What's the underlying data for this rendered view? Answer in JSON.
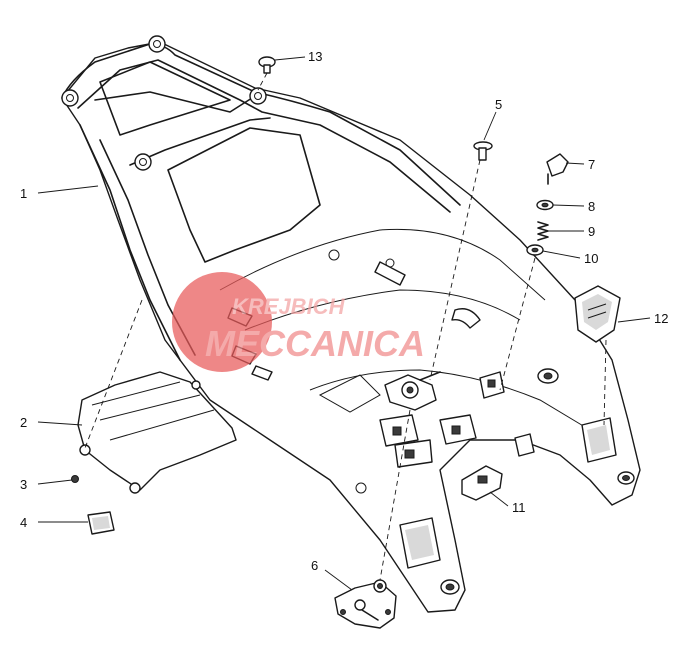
{
  "callouts": [
    {
      "id": "1",
      "label": "1"
    },
    {
      "id": "2",
      "label": "2"
    },
    {
      "id": "3",
      "label": "3"
    },
    {
      "id": "4",
      "label": "4"
    },
    {
      "id": "5",
      "label": "5"
    },
    {
      "id": "6",
      "label": "6"
    },
    {
      "id": "7",
      "label": "7"
    },
    {
      "id": "8",
      "label": "8"
    },
    {
      "id": "9",
      "label": "9"
    },
    {
      "id": "10",
      "label": "10"
    },
    {
      "id": "11",
      "label": "11"
    },
    {
      "id": "12",
      "label": "12"
    },
    {
      "id": "13",
      "label": "13"
    }
  ],
  "watermark": {
    "line1": "KREJBICH",
    "line2": "MECCANICA",
    "color": "#e85a5a"
  }
}
